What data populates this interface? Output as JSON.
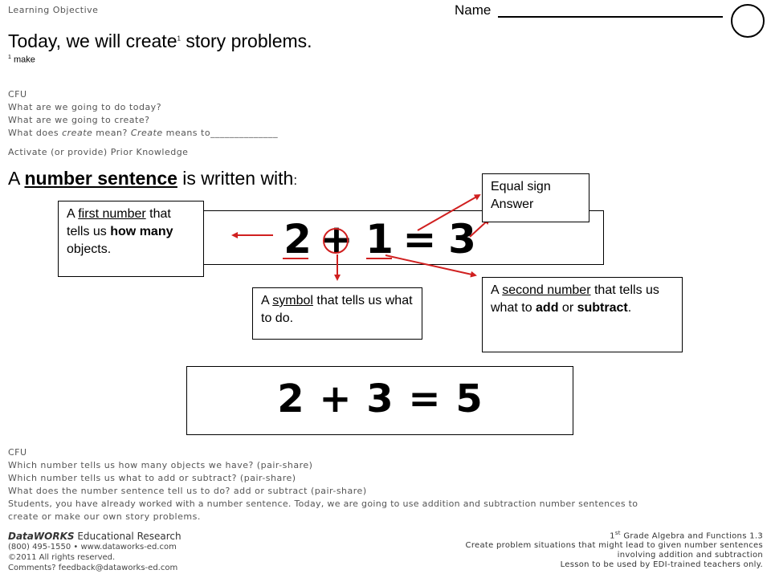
{
  "header": {
    "section_label": "Learning Objective",
    "name_label": "Name",
    "objective_main": "Today, we will create",
    "objective_sup": "1",
    "objective_rest": " story problems.",
    "footnote_num": "1",
    "footnote_text": " make"
  },
  "cfu_top": {
    "label": "CFU",
    "lines": [
      "What are we going to do today?",
      "What are we going to create?"
    ],
    "line3_a": "What does ",
    "line3_em": "create",
    "line3_b": " mean?  ",
    "line3_em2": "Create",
    "line3_c": " means to______________"
  },
  "activate_label": "Activate (or provide) Prior Knowledge",
  "heading": {
    "prefix": "A ",
    "term": "number sentence",
    "suffix": " is written with",
    "colon": ":"
  },
  "equation1": {
    "a": "2",
    "op": "+",
    "b": "1",
    "eq": "=",
    "c": "3"
  },
  "equation2": {
    "text": "2 + 3 = 5"
  },
  "callouts": {
    "equal": {
      "line1": "Equal sign",
      "line2": "Answer"
    },
    "first": {
      "p1": "A ",
      "u": "first number",
      "p2": " that tells us ",
      "b": "how many",
      "p3": " objects."
    },
    "symbol": {
      "p1": "A ",
      "u": "symbol",
      "p2": " that tells us what to do."
    },
    "second": {
      "p1": "A ",
      "u": "second number",
      "p2": " that tells us what to ",
      "b1": "add",
      "p3": " or ",
      "b2": "subtract",
      "p4": "."
    }
  },
  "cfu_bottom": {
    "label": "CFU",
    "lines": [
      "Which number tells us how many objects we have? (pair-share)",
      "Which number tells us what to add or subtract? (pair-share)",
      "What does the number sentence tell us to do? add or subtract (pair-share)",
      "Students, you have already worked with a number sentence. Today, we are going to use addition  and subtraction number sentences to",
      "create or make our own story problems."
    ]
  },
  "footer_left": {
    "brand_bold": "DataWORKS",
    "brand_rest": " Educational Research",
    "phone": "(800) 495-1550 • www.dataworks-ed.com",
    "copyright": "©2011 All rights reserved.",
    "comments": "Comments? feedback@dataworks-ed.com"
  },
  "footer_right": {
    "grade_num": "1",
    "grade_sup": "st",
    "line1_rest": " Grade Algebra and Functions 1.3",
    "line2": "Create problem situations that might lead to given number sentences",
    "line3": "involving addition and subtraction",
    "line4": "Lesson to be used by EDI-trained teachers only."
  },
  "colors": {
    "arrow": "#d02020",
    "text_gray": "#555555"
  }
}
